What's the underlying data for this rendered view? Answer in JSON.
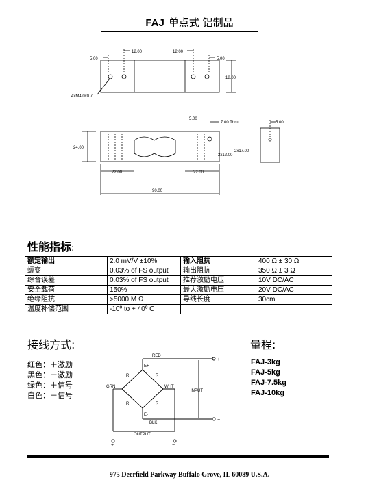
{
  "header": {
    "model": "FAJ",
    "title": "单点式 铝制品"
  },
  "drawings": {
    "top_view": {
      "dims": [
        "5.00",
        "12.00",
        "12.00",
        "5.00",
        "18.00"
      ],
      "hole_note": "4xM4.0x0.7"
    },
    "side_view": {
      "dims": [
        "24.00",
        "22.00",
        "22.00",
        "90.00",
        "5.00",
        "7.00 Thru",
        "2x12.00",
        "2x17.00"
      ]
    },
    "end_view": {
      "dims": [
        "5.00"
      ]
    }
  },
  "specs": {
    "heading": "性能指标",
    "rows": [
      {
        "l1": "额定输出",
        "v1": "2.0 mV/V ±10%",
        "l2": "输入阻抗",
        "v2": "400 Ω ± 30 Ω"
      },
      {
        "l1": "蠕变",
        "v1": "0.03% of FS output",
        "l2": "输出阻抗",
        "v2": "350 Ω ± 3 Ω"
      },
      {
        "l1": "综合误差",
        "v1": "0.03% of FS output",
        "l2": "推荐激励电压",
        "v2": "10V DC/AC"
      },
      {
        "l1": "安全载荷",
        "v1": "150%",
        "l2": "最大激励电压",
        "v2": "20V DC/AC"
      },
      {
        "l1": "绝缘阻抗",
        "v1": ">5000 M Ω",
        "l2": "导线长度",
        "v2": "30cm"
      },
      {
        "l1": "温度补偿范围",
        "v1": "-10º to + 40º C",
        "l2": "",
        "v2": ""
      }
    ]
  },
  "wiring": {
    "heading": "接线方式",
    "items": [
      "红色：＋激励",
      "黑色：－激励",
      "绿色：＋信号",
      "白色：－信号"
    ],
    "diagram": {
      "red": "RED",
      "blk": "BLK",
      "grn": "GRN",
      "wht": "WHT",
      "input": "INPUT",
      "output": "OUTPUT",
      "eplus": "E+",
      "eminus": "E-",
      "r": "R",
      "plus": "+",
      "minus": "−"
    }
  },
  "range": {
    "heading": "量程",
    "items": [
      "FAJ-3kg",
      "FAJ-5kg",
      "FAJ-7.5kg",
      "FAJ-10kg"
    ]
  },
  "footer": {
    "address": "975 Deerfield Parkway Buffalo Grove, IL  60089 U.S.A."
  }
}
